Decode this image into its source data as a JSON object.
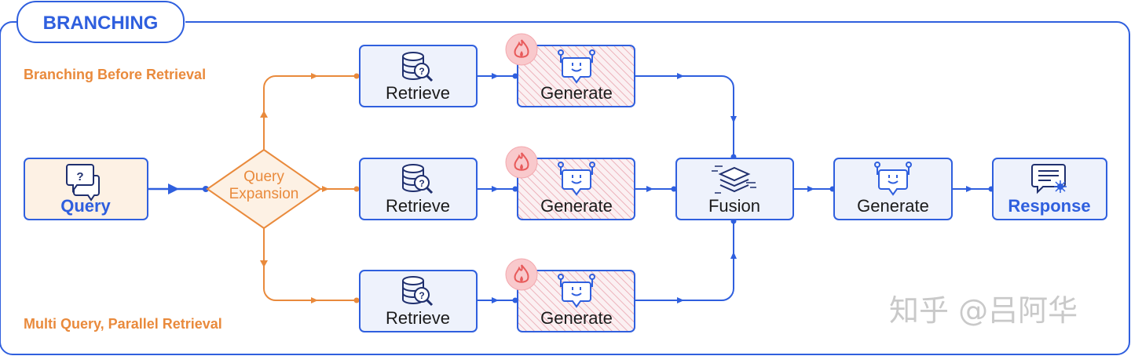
{
  "title": "BRANCHING",
  "annotations": {
    "top_left": "Branching Before Retrieval",
    "bottom_left": "Multi Query, Parallel Retrieval"
  },
  "nodes": {
    "query": "Query",
    "expansion_line1": "Query",
    "expansion_line2": "Expansion",
    "retrieve": "Retrieve",
    "generate": "Generate",
    "fusion": "Fusion",
    "final_generate": "Generate",
    "response": "Response"
  },
  "watermark": "知乎 @吕阿华",
  "colors": {
    "primary_blue": "#2f5fde",
    "box_fill": "#eef2fc",
    "orange": "#e98a3c",
    "query_fill": "#fdf1e4",
    "hatch_red": "#e9a3ad",
    "fire": "#e85a5a"
  }
}
